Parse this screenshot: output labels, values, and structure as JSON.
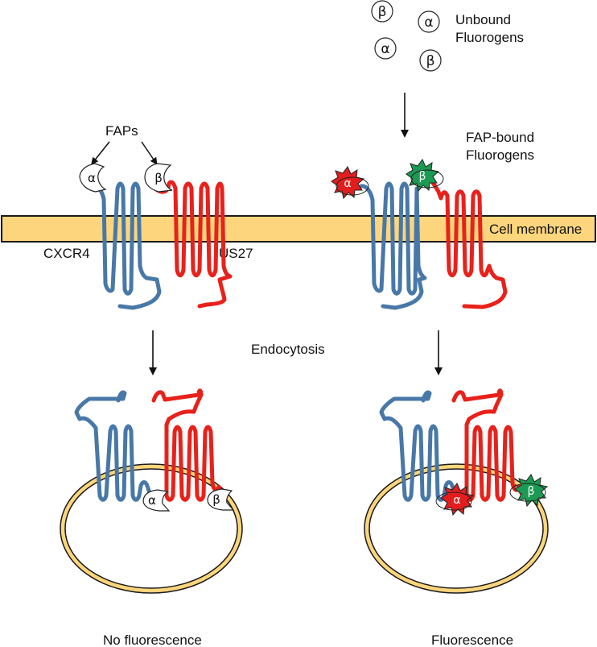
{
  "labels": {
    "unbound": [
      "Unbound",
      "Fluorogens"
    ],
    "fap_bound": [
      "FAP-bound",
      "Fluorogens"
    ],
    "faps": "FAPs",
    "cell_membrane": "Cell membrane",
    "receptor_left": "CXCR4",
    "receptor_right": "US27",
    "endocytosis": "Endocytosis",
    "no_fluorescence": "No fluorescence",
    "fluorescence": "Fluorescence"
  },
  "symbols": {
    "alpha": "α",
    "beta": "β"
  },
  "colors": {
    "cxcr4": "#4878a8",
    "us27": "#e8211b",
    "membrane_fill": "#fcd57c",
    "membrane_stroke": "#1a1a1a",
    "alpha_fluorogen": "#e31d1d",
    "beta_fluorogen": "#1a9a52",
    "arrow": "#111111"
  },
  "icons": [
    "down-arrow-icon",
    "alpha-icon",
    "beta-icon",
    "star-burst-icon"
  ]
}
